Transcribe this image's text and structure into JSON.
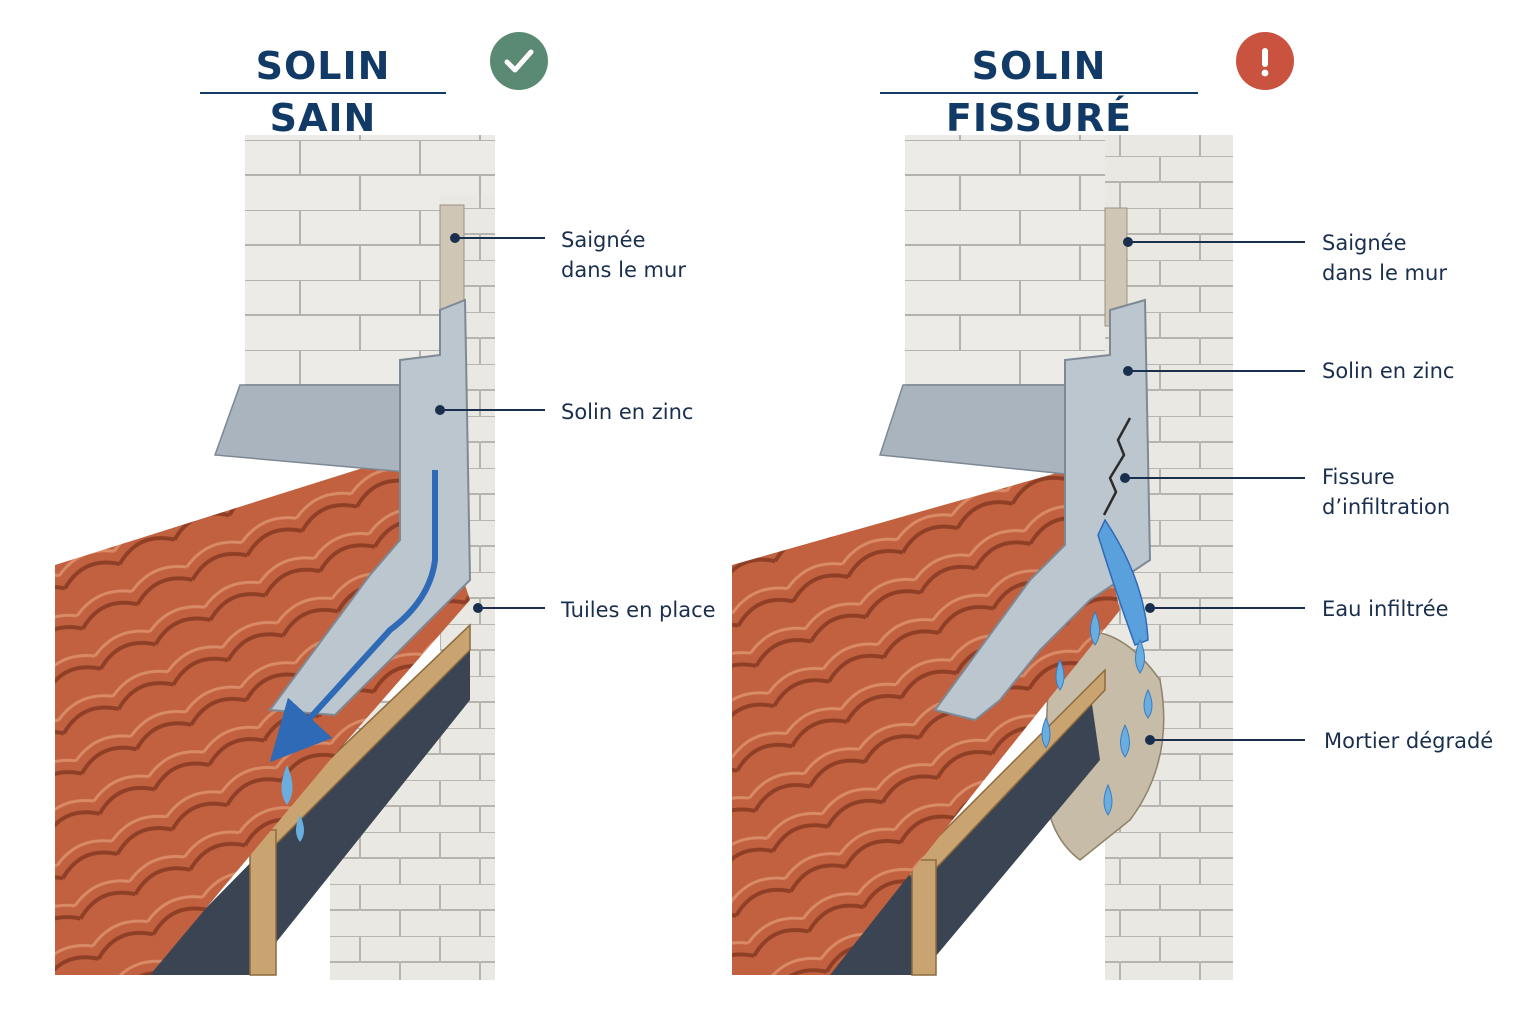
{
  "left_panel": {
    "title": "SOLIN SAIN",
    "status_icon": "check-icon",
    "status_color": "#5a8a74",
    "labels": {
      "saignee": [
        "Saignée",
        "dans le mur"
      ],
      "solin": "Solin en zinc",
      "tuiles": "Tuiles en place"
    }
  },
  "right_panel": {
    "title": "SOLIN FISSURÉ",
    "status_icon": "exclamation-icon",
    "status_color": "#c9533f",
    "labels": {
      "saignee": [
        "Saignée",
        "dans le mur"
      ],
      "solin": "Solin en zinc",
      "fissure": [
        "Fissure",
        "d’infiltration"
      ],
      "eau": "Eau infiltrée",
      "mortier": "Mortier dégradé"
    }
  },
  "colors": {
    "text": "#123a66",
    "tile": "#c2613f",
    "zinc": "#b5bfc9",
    "water": "#4a90d0",
    "wall": "#ececea"
  }
}
